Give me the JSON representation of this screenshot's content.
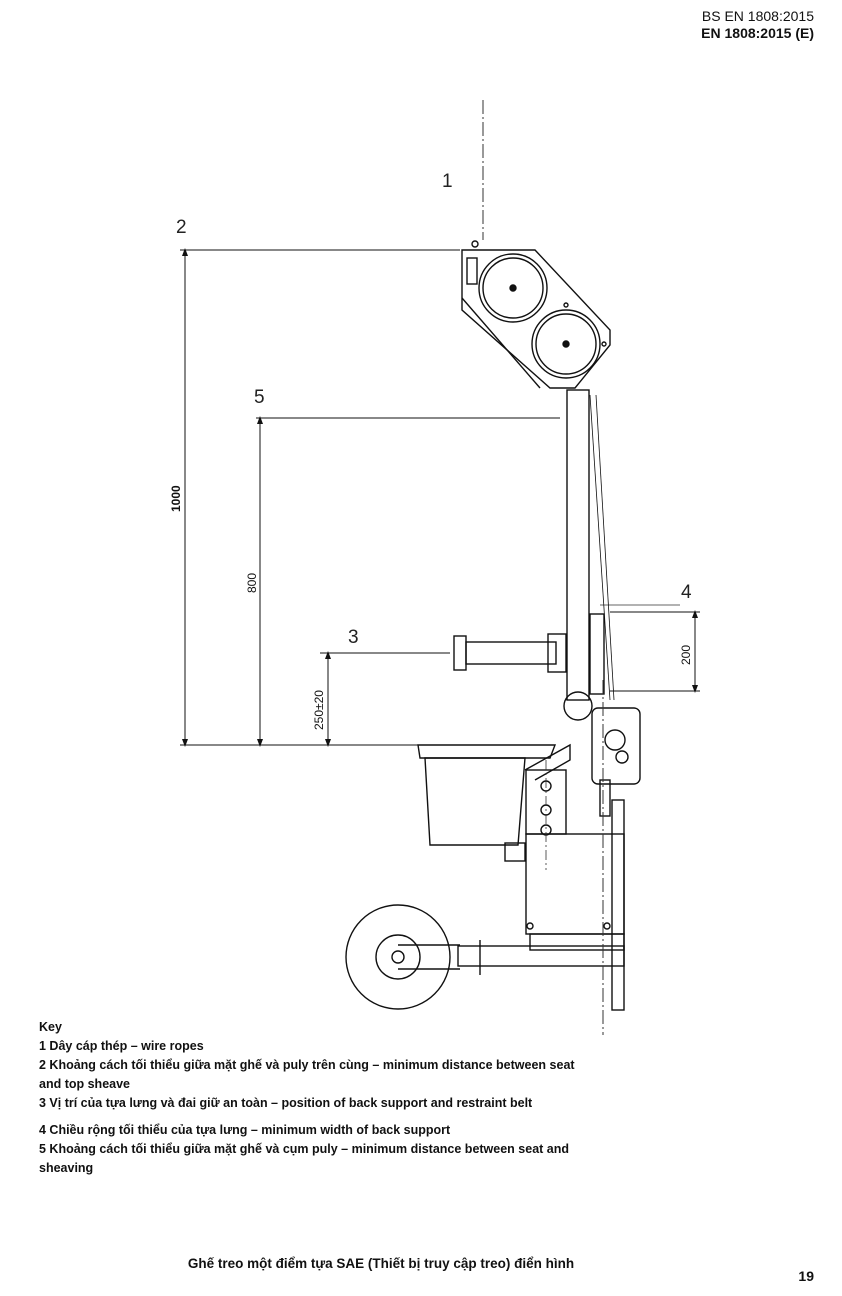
{
  "header": {
    "line1": "BS EN 1808:2015",
    "line2": "EN 1808:2015 (E)"
  },
  "figure": {
    "callouts": [
      "1",
      "2",
      "3",
      "4",
      "5"
    ],
    "dimensions": {
      "d1000": "1000",
      "d800": "800",
      "d250": "250±20",
      "d200": "200"
    }
  },
  "key": {
    "title": "Key",
    "items": [
      "1 Dây cáp thép – wire ropes",
      "2 Khoảng cách tối thiểu giữa mặt ghế và puly trên cùng – minimum distance between seat and top sheave",
      "3 Vị trí của tựa lưng và đai giữ an toàn – position of back support and restraint belt",
      "4 Chiều rộng tối thiểu của tựa lưng – minimum width of back support",
      "5 Khoảng cách tối thiểu giữa mặt ghế và cụm puly – minimum distance between seat and sheaving"
    ]
  },
  "caption": "Ghế treo một điểm tựa SAE (Thiết bị truy cập treo) điển hình",
  "page_number": "19"
}
